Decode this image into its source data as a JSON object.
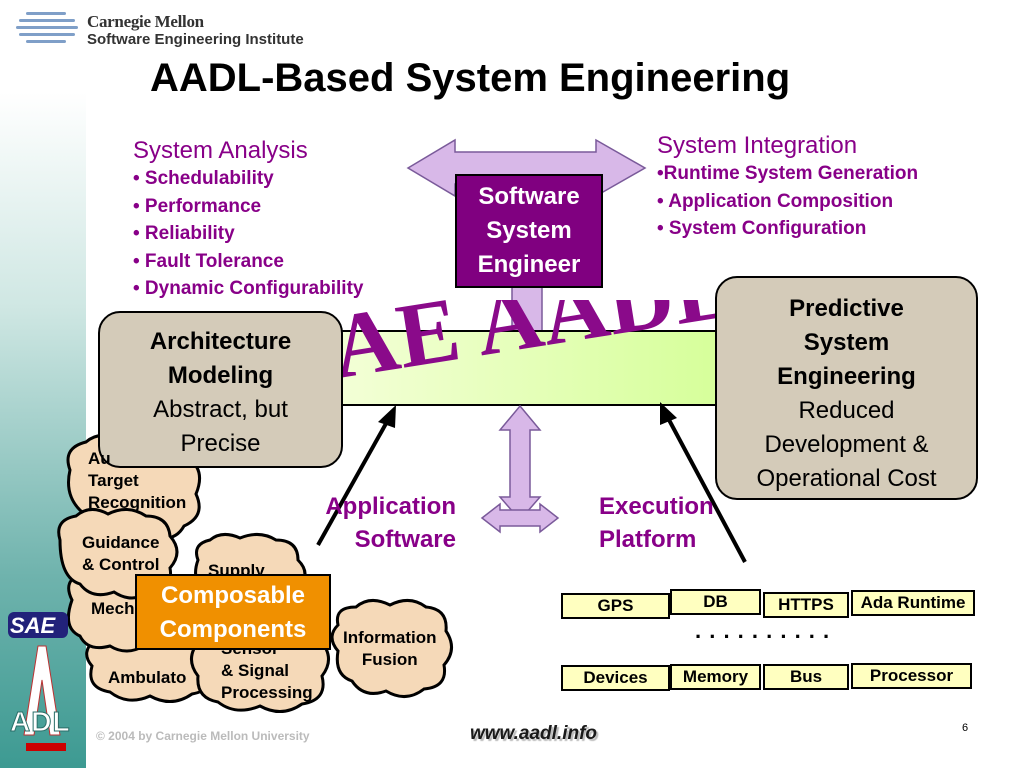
{
  "header": {
    "org_line1": "Carnegie Mellon",
    "org_line2": "Software Engineering Institute",
    "title": "AADL-Based System Engineering"
  },
  "system_analysis": {
    "heading": "System Analysis",
    "items": [
      "• Schedulability",
      "• Performance",
      "• Reliability",
      "• Fault Tolerance",
      "• Dynamic Configurability"
    ]
  },
  "system_integration": {
    "heading": "System Integration",
    "items": [
      "•Runtime System Generation",
      "• Application Composition",
      "• System Configuration"
    ]
  },
  "engineer_box": {
    "line1": "Software",
    "line2": "System",
    "line3": "Engineer"
  },
  "banner_text": "SAE AADL",
  "architecture_box": {
    "line1": "Architecture",
    "line2": "Modeling",
    "line3": "Abstract, but",
    "line4": "Precise"
  },
  "predictive_box": {
    "line1": "Predictive",
    "line2": "System",
    "line3": "Engineering",
    "line4": "Reduced",
    "line5": "Development &",
    "line6": "Operational Cost"
  },
  "application_label": {
    "line1": "Application",
    "line2": "Software"
  },
  "execution_label": {
    "line1": "Execution",
    "line2": "Platform"
  },
  "clouds": {
    "atr_line1": "Au",
    "atr_line2": "Target",
    "atr_line3": "Recognition",
    "guidance_line1": "Guidance",
    "guidance_line2": "& Control",
    "supply": "Supply",
    "mech": "Mech",
    "info_line1": "Information",
    "info_line2": "Fusion",
    "ambulator": "Ambulato",
    "sensor_line1": "Sensor",
    "sensor_line2": "& Signal",
    "sensor_line3": "Processing"
  },
  "composable_box": {
    "line1": "Composable",
    "line2": "Components"
  },
  "platform": {
    "row1": [
      "GPS",
      "DB",
      "HTTPS",
      "Ada Runtime"
    ],
    "dots": ". . . . . . . . . .",
    "row2": [
      "Devices",
      "Memory",
      "Bus",
      "Processor"
    ]
  },
  "footer": {
    "copyright": "© 2004 by Carnegie Mellon University",
    "url": "www.aadl.info",
    "page": "6",
    "logo_sae": "SAE",
    "logo_adl": "ADL"
  },
  "colors": {
    "purple": "#880088",
    "engineer_box": "#800080",
    "arrow_fill": "#d8b8e8",
    "banner_fill_start": "#f0ffd0",
    "tan_box": "#d4cbb9",
    "cloud_fill": "#f5d9b8",
    "composable_fill": "#f09000",
    "platform_box": "#ffffc0"
  }
}
